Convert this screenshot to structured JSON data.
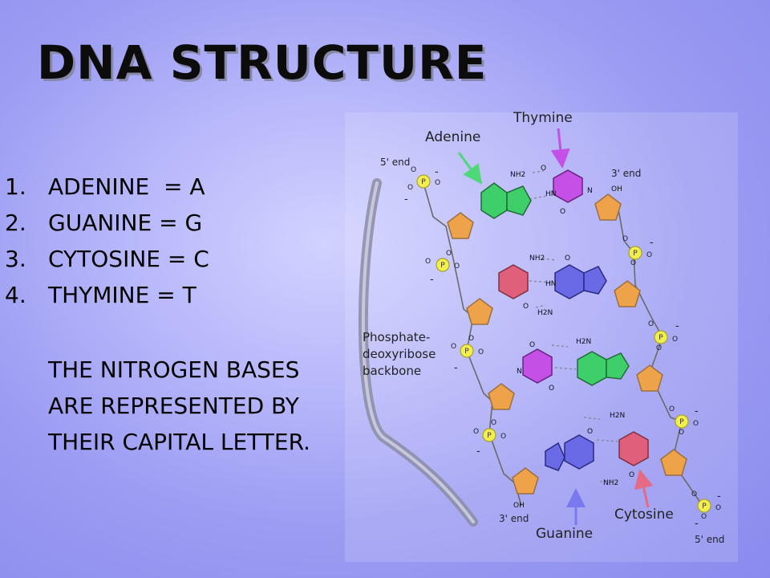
{
  "slide": {
    "title": "DNA STRUCTURE",
    "bases": [
      {
        "num": "1.",
        "text": "ADENINE  = A"
      },
      {
        "num": "2.",
        "text": "GUANINE = G"
      },
      {
        "num": "3.",
        "text": "CYTOSINE = C"
      },
      {
        "num": "4.",
        "text": "THYMINE = T"
      }
    ],
    "note": "THE NITROGEN BASES ARE REPRESENTED BY THEIR CAPITAL LETTER."
  },
  "diagram": {
    "labels": {
      "thymine": "Thymine",
      "adenine": "Adenine",
      "cytosine": "Cytosine",
      "guanine": "Guanine",
      "backbone_1": "Phosphate-",
      "backbone_2": "deoxyribose",
      "backbone_3": "backbone",
      "end5_top": "5' end",
      "end3_top": "3' end",
      "end3_bottom": "3' end",
      "end5_bottom": "5' end"
    },
    "atoms": {
      "nh2": "NH2",
      "h2n": "H2N",
      "hn": "HN",
      "oh": "OH",
      "o": "O",
      "n": "N",
      "p": "P",
      "minus": "-"
    },
    "colors": {
      "adenine": "#3fcf6a",
      "thymine": "#c450e6",
      "cytosine": "#e0607c",
      "guanine": "#6a6ae6",
      "sugar": "#eea24a",
      "phosphate": "#f2ee4e"
    }
  }
}
